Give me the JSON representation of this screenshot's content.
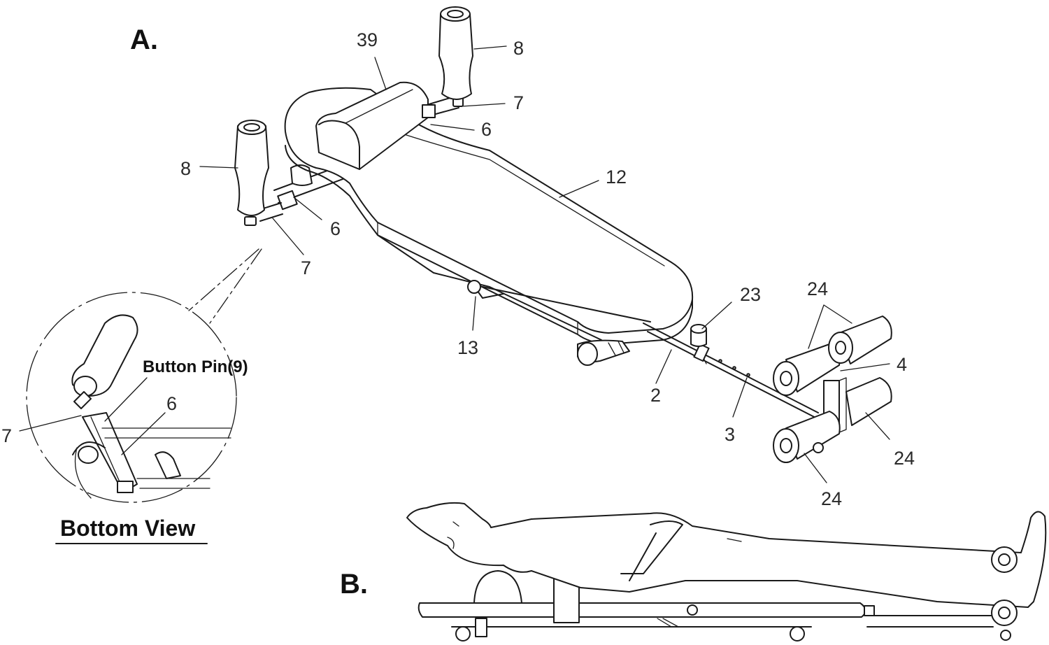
{
  "figure_a": {
    "label": "A.",
    "callouts": {
      "c39": "39",
      "c8_top": "8",
      "c7_top": "7",
      "c6_top": "6",
      "c8_left": "8",
      "c6_mid": "6",
      "c7_mid": "7",
      "c12": "12",
      "c13": "13",
      "c23": "23",
      "c24_top": "24",
      "c4": "4",
      "c2": "2",
      "c3": "3",
      "c24_right": "24",
      "c24_bottom": "24"
    }
  },
  "inset": {
    "pin_label": "Button Pin(9)",
    "c6": "6",
    "c7": "7",
    "title": "Bottom View"
  },
  "figure_b": {
    "label": "B."
  }
}
